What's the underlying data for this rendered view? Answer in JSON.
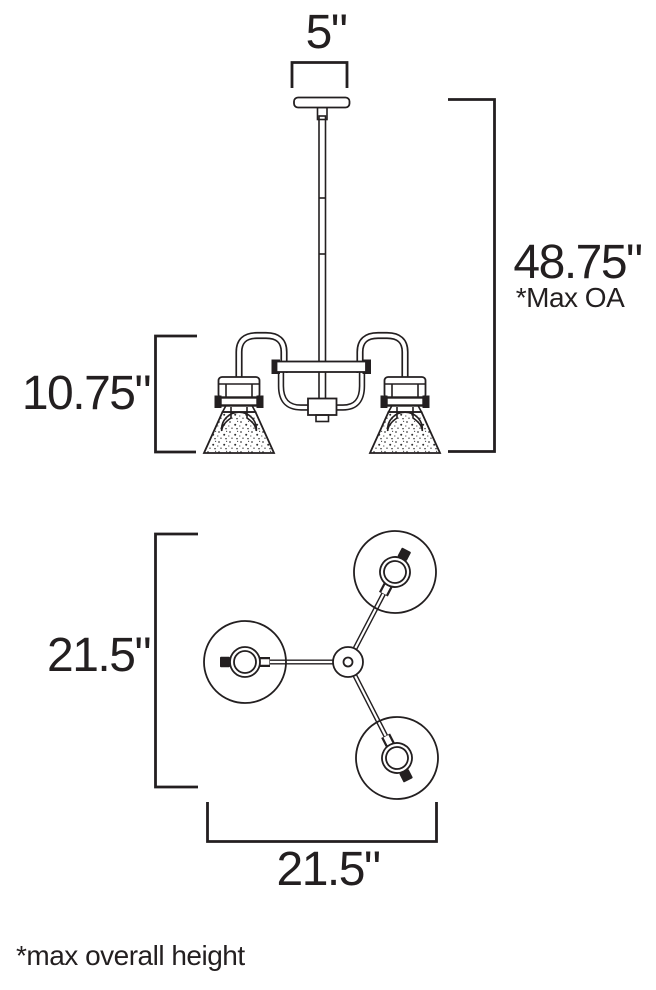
{
  "diagram": {
    "labels": {
      "canopy_width": "5\"",
      "max_overall_height": "48.75\"",
      "max_overall_note": "*Max OA",
      "fixture_height": "10.75\"",
      "top_view_depth": "21.5\"",
      "top_view_width": "21.5\"",
      "footnote": "*max overall height"
    },
    "colors": {
      "line": "#231f20",
      "background": "#ffffff"
    }
  }
}
